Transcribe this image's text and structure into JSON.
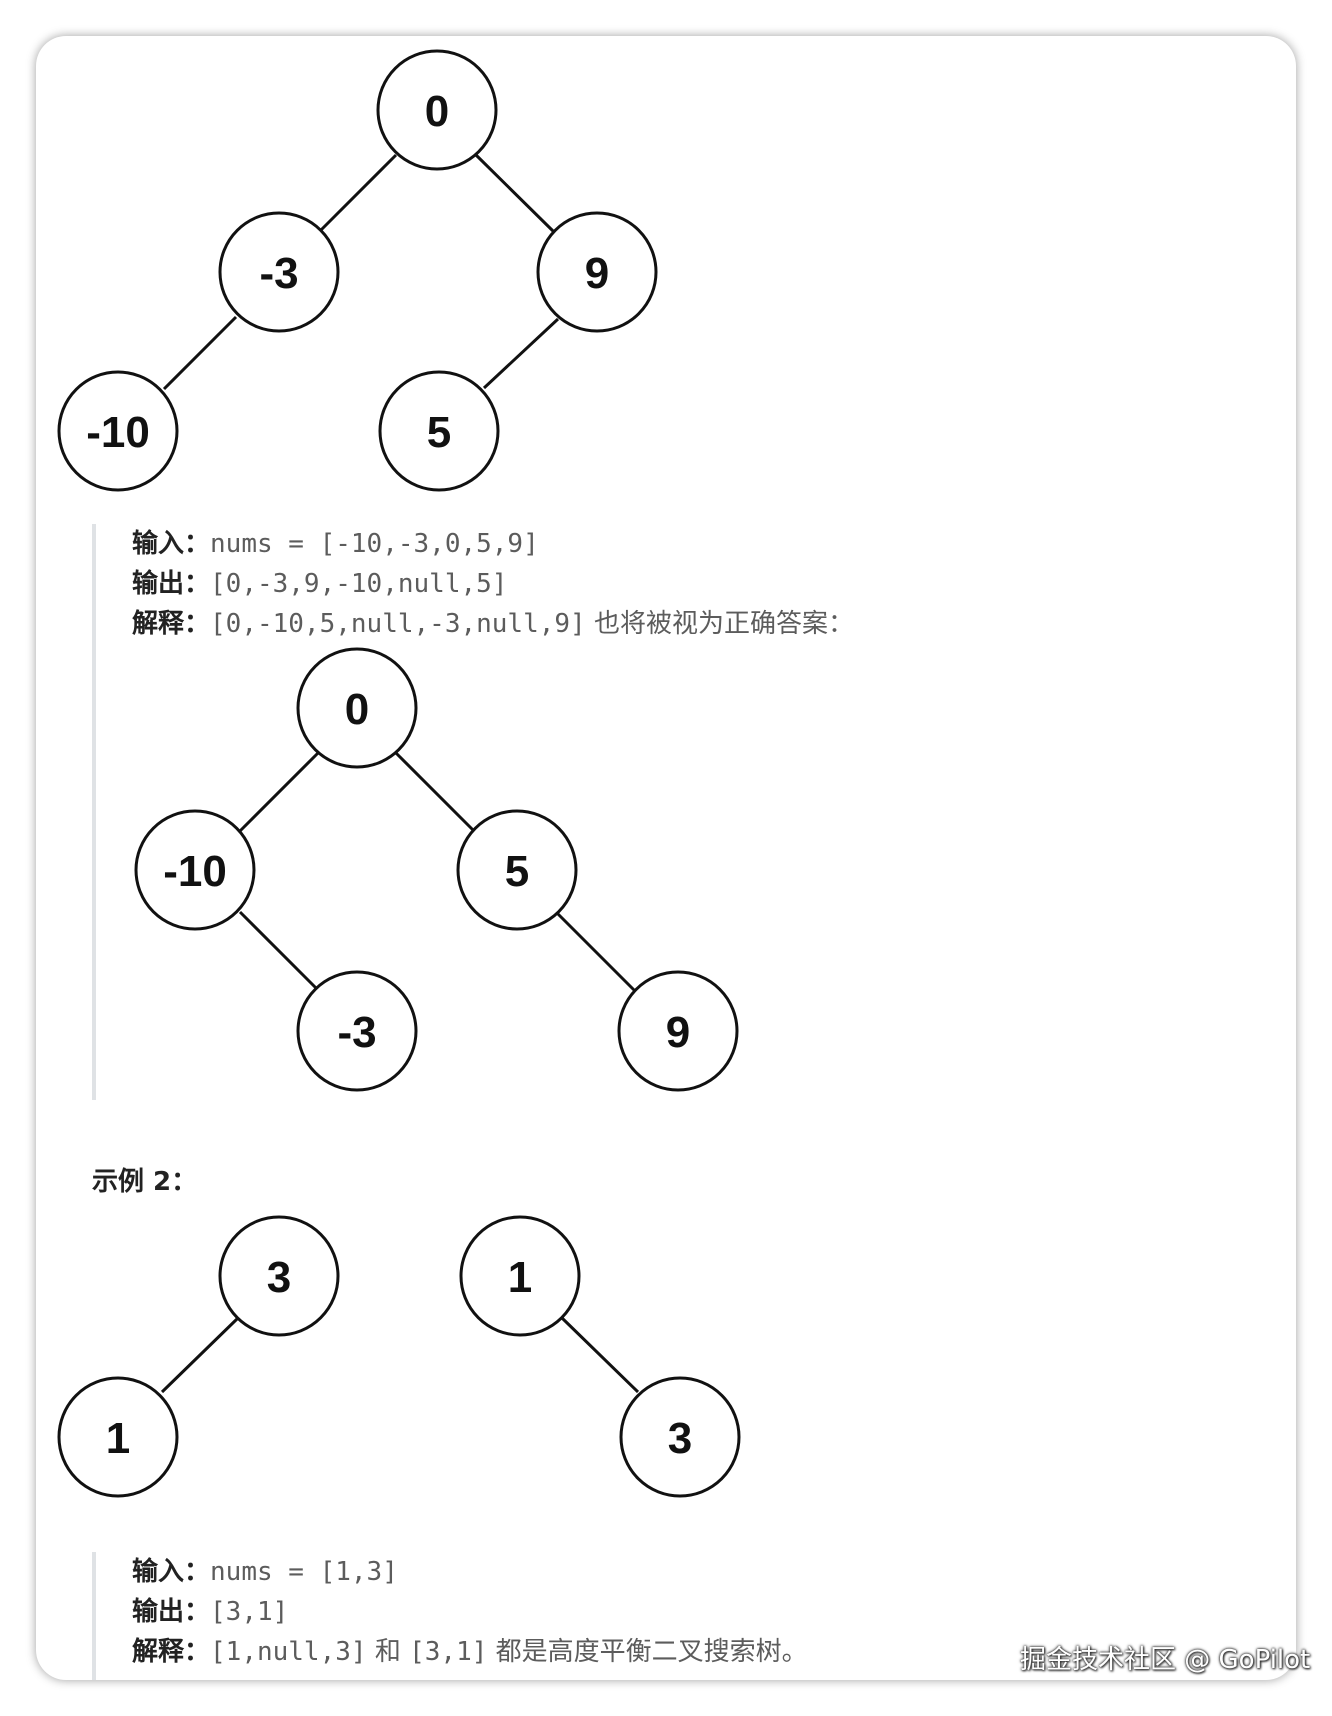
{
  "example1": {
    "tree_a": [
      "0",
      "-3",
      "9",
      "-10",
      "5"
    ],
    "input_label": "输入：",
    "input_value": "nums = [-10,-3,0,5,9]",
    "output_label": "输出：",
    "output_value": "[0,-3,9,-10,null,5]",
    "explain_label": "解释：",
    "explain_value": "[0,-10,5,null,-3,null,9]",
    "explain_text": "也将被视为正确答案：",
    "tree_b": [
      "0",
      "-10",
      "5",
      "-3",
      "9"
    ]
  },
  "example2": {
    "heading": "示例 2：",
    "tree_a": [
      "3",
      "1"
    ],
    "tree_b": [
      "1",
      "3"
    ],
    "input_label": "输入：",
    "input_value": "nums = [1,3]",
    "output_label": "输出：",
    "output_value": "[3,1]",
    "explain_label": "解释：",
    "explain_value_1": "[1,null,3]",
    "explain_and": "和",
    "explain_value_2": "[3,1]",
    "explain_text": "都是高度平衡二叉搜索树。"
  },
  "watermark": "掘金技术社区 @ GoPilot"
}
